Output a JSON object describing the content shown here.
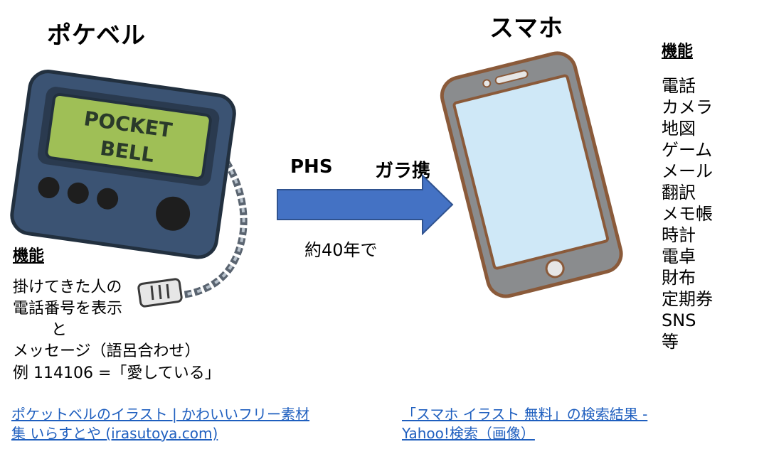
{
  "pager": {
    "title": "ポケベル",
    "screen_text_line1": "POCKET",
    "screen_text_line2": "BELL",
    "features_title": "機能",
    "features_lines": [
      "掛けてきた人の",
      "電話番号を表示",
      "と",
      "メッセージ（語呂合わせ）",
      "例 114106 =「愛している」"
    ],
    "link_line1": "ポケットベルのイラスト | かわいいフリー素材",
    "link_line2": "集 いらすとや (irasutoya.com)"
  },
  "transition": {
    "label_left": "PHS",
    "label_right": "ガラ携",
    "duration": "約40年で",
    "arrow_color": "#4472c4"
  },
  "phone": {
    "title": "スマホ",
    "features_title": "機能",
    "features": [
      "電話",
      "カメラ",
      "地図",
      "ゲーム",
      "メール",
      "翻訳",
      "メモ帳",
      "時計",
      "電卓",
      "財布",
      "定期券",
      "SNS",
      "等"
    ],
    "link_line1": "「スマホ イラスト 無料」の検索結果 -",
    "link_line2": "Yahoo!検索（画像）"
  },
  "colors": {
    "link": "#1f5fbf",
    "pager_body": "#3b5373",
    "pager_screen": "#9fbf56",
    "phone_body": "#8a8c8e",
    "phone_border": "#8a5a3a",
    "phone_screen": "#cfe8f7"
  }
}
